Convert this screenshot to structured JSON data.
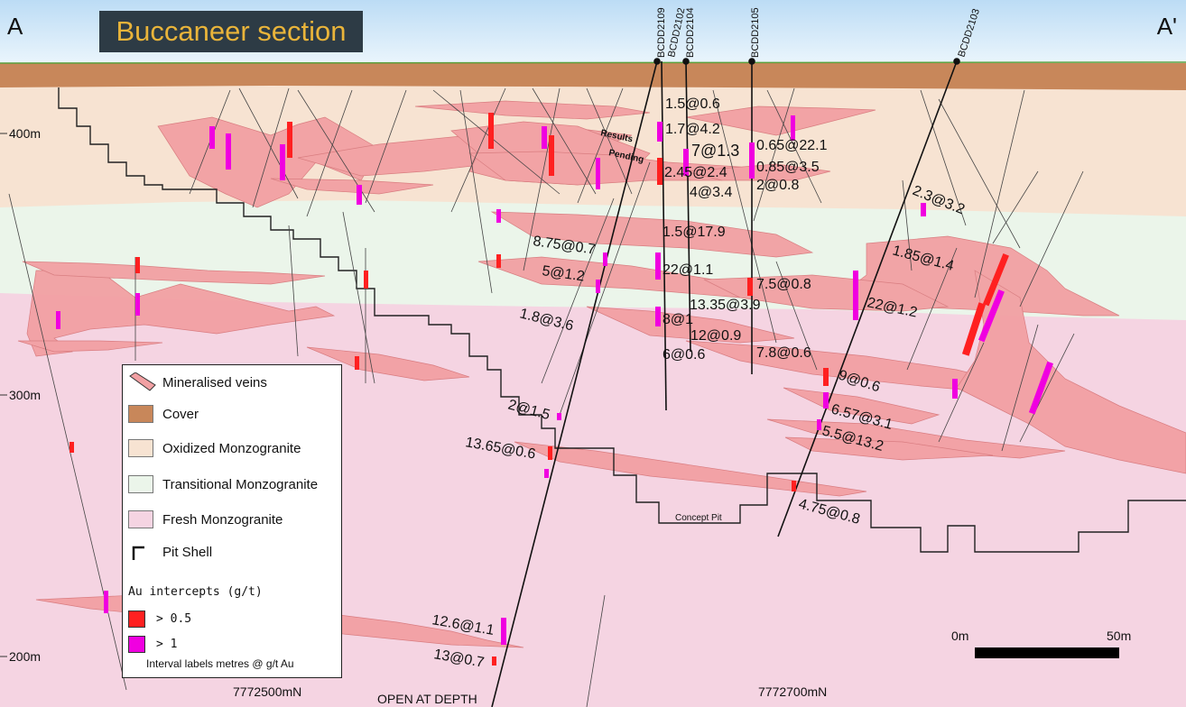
{
  "title": "Buccaneer section",
  "corner_left": "A",
  "corner_right": "A'",
  "colors": {
    "cover": "#c8875a",
    "oxidized": "#f7e3d2",
    "transitional": "#ebf5ea",
    "fresh": "#f5d4e2",
    "vein": "#f2a0a3",
    "au_low": "#ff2020",
    "au_high": "#f000e0",
    "title_bg": "#2d3b45",
    "title_text": "#e9b43a"
  },
  "elevations": [
    "400m",
    "300m",
    "200m"
  ],
  "northings": [
    "7772500mN",
    "7772700mN"
  ],
  "drillholes": [
    "BCDD2109",
    "BCDD2102",
    "BCDD2104",
    "BCDD2105",
    "BCDD2103"
  ],
  "annotations": {
    "results_1": "Results",
    "results_2": "Pending",
    "concept_pit": "Concept Pit",
    "open_at_depth": "OPEN AT DEPTH"
  },
  "intercepts": [
    "1.5@0.6",
    "1.7@4.2",
    "7@1.3",
    "0.65@22.1",
    "2.45@2.4",
    "0.85@3.5",
    "4@3.4",
    "2@0.8",
    "2.3@3.2",
    "1.5@17.9",
    "8.75@0.7",
    "1.85@1.4",
    "22@1.1",
    "5@1.2",
    "7.5@0.8",
    "13.35@3.9",
    "22@1.2",
    "1.8@3.6",
    "8@1",
    "12@0.9",
    "6@0.6",
    "7.8@0.6",
    "9@0.6",
    "2@1.5",
    "6.57@3.1",
    "5.5@13.2",
    "13.65@0.6",
    "4.75@0.8",
    "12.6@1.1",
    "13@0.7"
  ],
  "legend": {
    "mineralised_veins": "Mineralised veins",
    "cover": "Cover",
    "oxidized": "Oxidized Monzogranite",
    "transitional": "Transitional Monzogranite",
    "fresh": "Fresh Monzogranite",
    "pit_shell": "Pit Shell",
    "au_title": "Au intercepts (g/t)",
    "au_low": "> 0.5",
    "au_high": "> 1",
    "note": "Interval labels metres @ g/t Au"
  },
  "scale": {
    "start": "0m",
    "end": "50m"
  }
}
